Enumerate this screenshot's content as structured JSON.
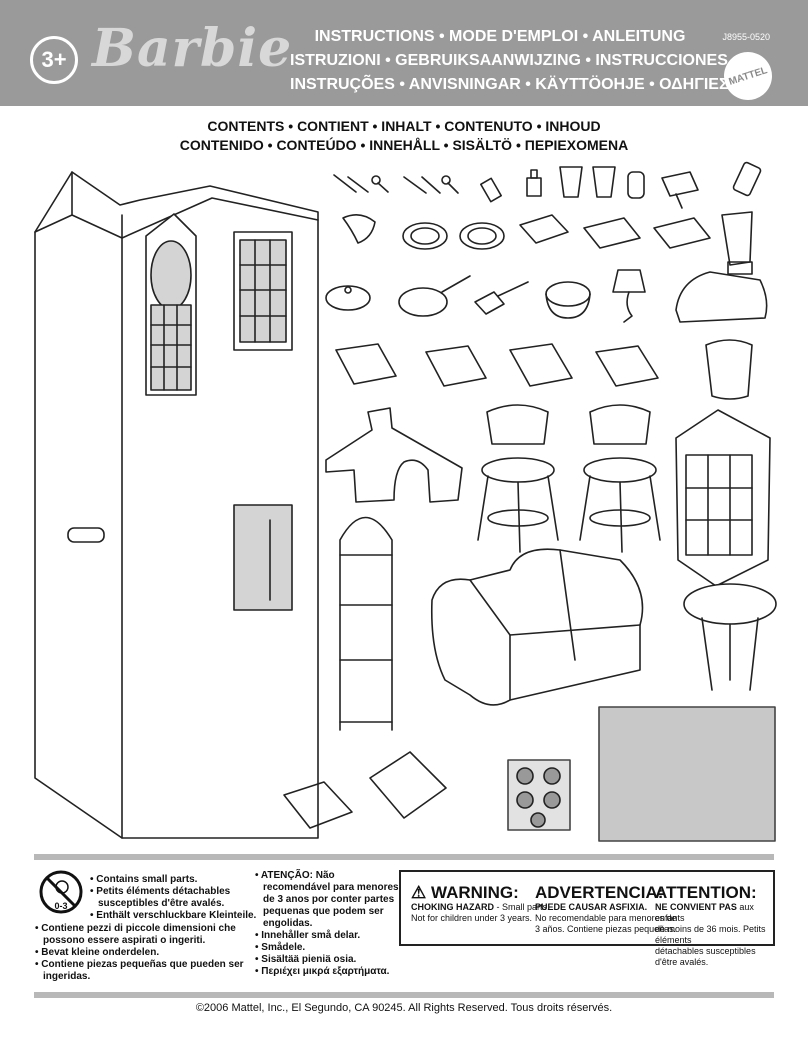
{
  "header": {
    "age": "3+",
    "brand": "Barbie",
    "code": "J8955-0520",
    "title_line1": "INSTRUCTIONS • MODE D'EMPLOI • ANLEITUNG",
    "title_line2": "ISTRUZIONI • GEBRUIKSAANWIJZING • INSTRUCCIONES",
    "title_line3": "INSTRUÇÕES • ANVISNINGAR • KÄYTTÖOHJE • ΟΔΗΓΙΕΣ",
    "logo": "MATTEL"
  },
  "contents": {
    "line1": "CONTENTS • CONTIENT • INHALT • CONTENUTO • INHOUD",
    "line2": "CONTENIDO • CONTEÚDO • INNEHÅLL • SISÄLTÖ • ΠΕΡΙΕΧΟΜΕΝΑ"
  },
  "warnings": {
    "symbol_label": "0-3",
    "left_top": [
      "• Contains small parts.",
      "• Petits éléments détachables",
      "  susceptibles d'être avalés.",
      "• Enthält verschluckbare Kleinteile."
    ],
    "left_bottom": [
      "• Contiene pezzi di piccole dimensioni che",
      "  possono essere aspirati o ingeriti.",
      "• Bevat kleine onderdelen.",
      "• Contiene piezas pequeñas que pueden ser",
      "  ingeridas."
    ],
    "middle": [
      "• ATENÇÃO: Não",
      "  recomendável para menores",
      "  de 3 anos por conter partes",
      "  pequenas que podem ser",
      "  engolidas.",
      "• Innehåller små delar.",
      "• Smådele.",
      "• Sisältää pieniä osia.",
      "• Περιέχει μικρά εξαρτήματα."
    ],
    "box": {
      "en_head": "WARNING:",
      "en_sub": "CHOKING HAZARD",
      "en_text1": " - Small parts.",
      "en_text2": "Not for children under 3 years.",
      "es_head": "ADVERTENCIA:",
      "es_sub": "PUEDE CAUSAR ASFIXIA.",
      "es_text1": "No recomendable para menores de",
      "es_text2": "3 años. Contiene piezas pequeñas.",
      "fr_head": "ATTENTION:",
      "fr_sub": "NE CONVIENT PAS",
      "fr_text1": " aux enfants",
      "fr_text2": "de moins de 36 mois. Petits éléments",
      "fr_text3": "détachables susceptibles d'être avalés."
    }
  },
  "footer": "©2006 Mattel, Inc., El Segundo, CA 90245. All Rights Reserved. Tous droits réservés."
}
